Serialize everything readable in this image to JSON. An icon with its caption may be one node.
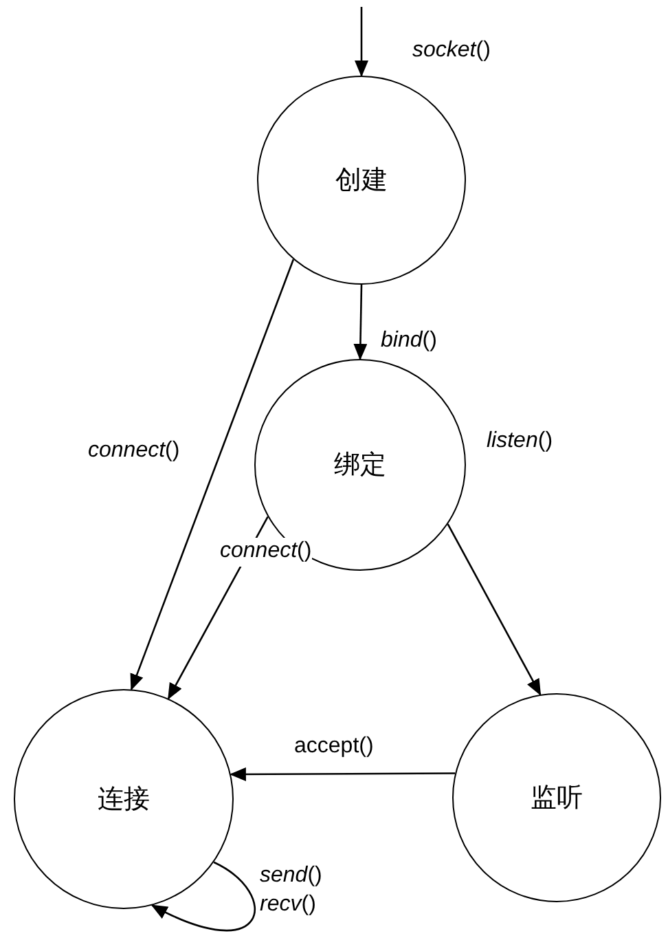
{
  "diagram": {
    "nodes": [
      {
        "text": [
          "创建"
        ]
      },
      {
        "text": [
          "绑定"
        ]
      },
      {
        "text": [
          "连接"
        ]
      },
      {
        "text": [
          "监听"
        ]
      }
    ],
    "edges": [
      {
        "from": null,
        "to": 0,
        "arrow": "to",
        "label": "*socket*()"
      },
      {
        "from": 0,
        "to": 1,
        "arrow": "to",
        "label": "*bind*()"
      },
      {
        "from": 0,
        "to": 2,
        "arrow": "to",
        "label": "*connect*()"
      },
      {
        "from": 1,
        "to": 2,
        "arrow": "to",
        "label": "*connect*()"
      },
      {
        "from": 1,
        "to": 3,
        "arrow": "to",
        "label": "*listen*()"
      },
      {
        "from": 3,
        "to": 2,
        "arrow": "to",
        "label": "accept()"
      },
      {
        "from": 2,
        "to": 2,
        "arrow": "to",
        "label": "*send*() *recv*()"
      }
    ]
  }
}
